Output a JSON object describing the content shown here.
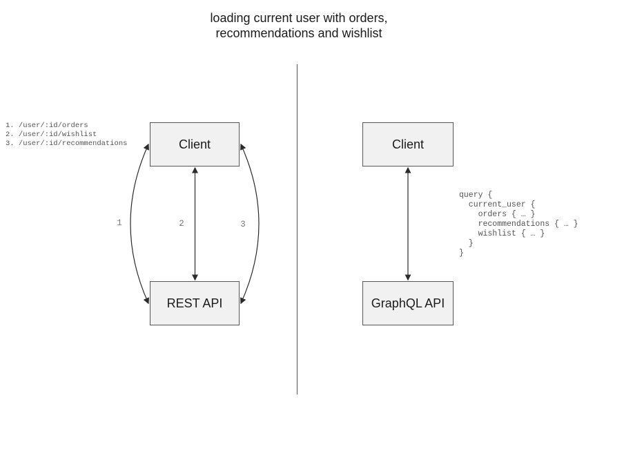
{
  "title": [
    "loading current user with orders,",
    "recommendations and wishlist"
  ],
  "rest_panel": {
    "endpoints": [
      "1. /user/:id/orders",
      "2. /user/:id/wishlist",
      "3. /user/:id/recommendations"
    ],
    "client_label": "Client",
    "api_label": "REST API",
    "arrow_labels": [
      "1",
      "2",
      "3"
    ]
  },
  "graphql_panel": {
    "client_label": "Client",
    "api_label": "GraphQL API",
    "query": [
      "query {",
      "  current_user {",
      "    orders { … }",
      "    recommendations { … }",
      "    wishlist { … }",
      "  }",
      "}"
    ]
  },
  "colors": {
    "box_fill": "#f1f1f1",
    "box_border": "#565656",
    "arrow": "#2b2b2b",
    "divider": "#6e6e6e",
    "muted_text": "#555555",
    "arrow_label_text": "#7a7a7a"
  }
}
